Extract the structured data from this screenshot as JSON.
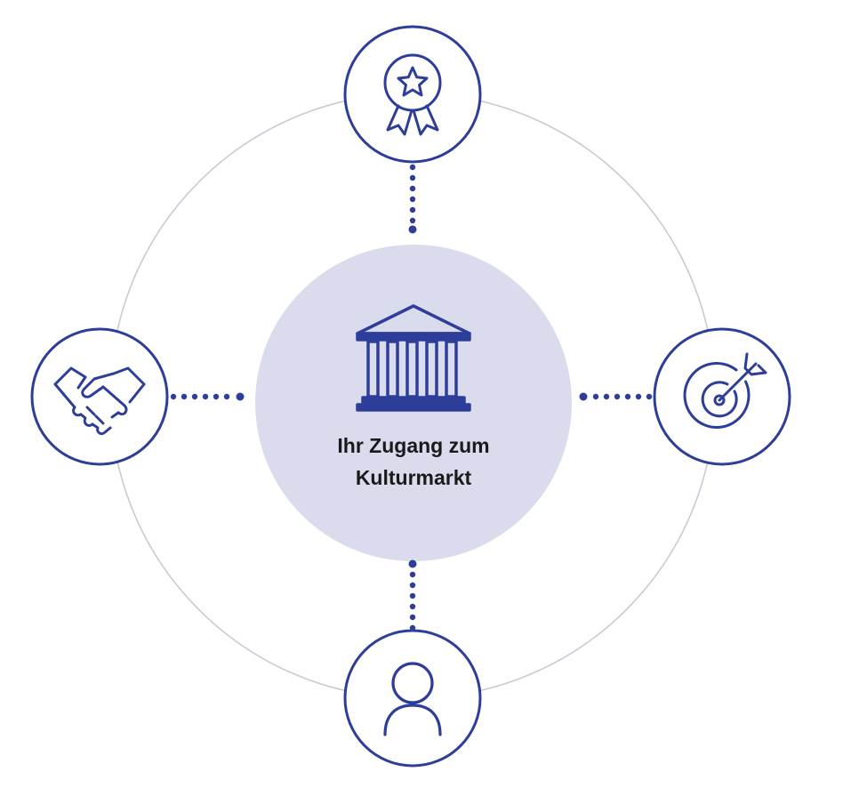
{
  "center": {
    "title_line1": "Ihr Zugang zum",
    "title_line2": "Kulturmarkt",
    "icon": "museum-building-icon"
  },
  "nodes": [
    {
      "id": "top",
      "icon": "award-ribbon-star-icon"
    },
    {
      "id": "right",
      "icon": "target-arrow-icon"
    },
    {
      "id": "bottom",
      "icon": "user-person-icon"
    },
    {
      "id": "left",
      "icon": "handshake-icon"
    }
  ],
  "colors": {
    "accent": "#2c3e9a",
    "center_fill": "#dadced",
    "ring": "#c9cad6",
    "background": "#ffffff"
  }
}
